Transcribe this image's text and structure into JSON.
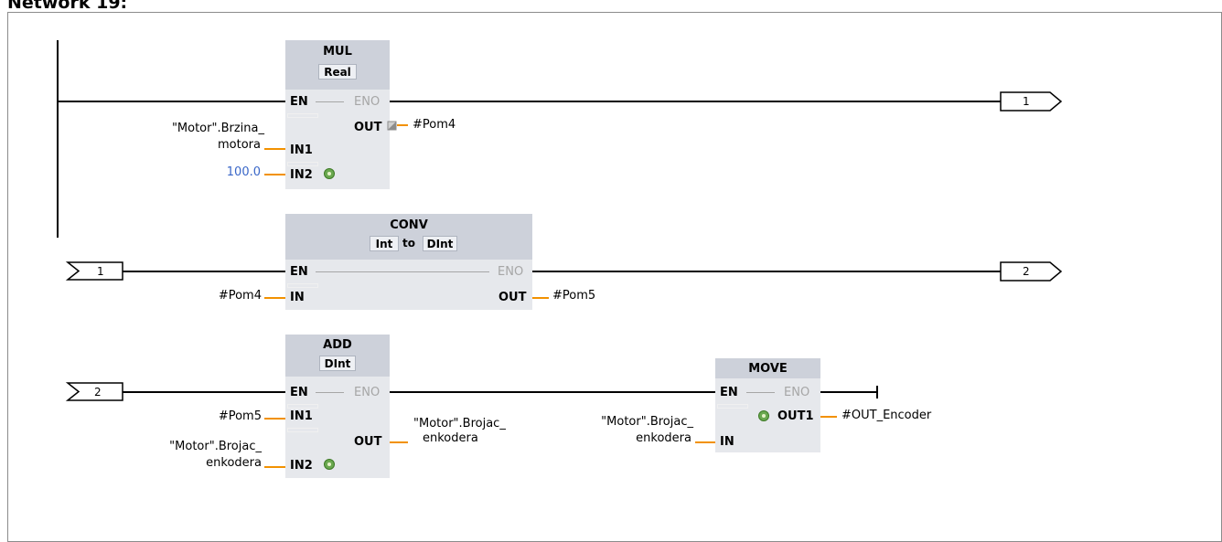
{
  "network": {
    "title": "Network 19:"
  },
  "mul": {
    "name": "MUL",
    "type": "Real",
    "en": "EN",
    "eno": "ENO",
    "out": "OUT",
    "in1": "IN1",
    "in2": "IN2",
    "in1_operand_line1": "\"Motor\".Brzina_",
    "in1_operand_line2": "motora",
    "in2_operand": "100.0",
    "out_operand": "#Pom4",
    "connector_out": "1"
  },
  "conv": {
    "name": "CONV",
    "type_from": "Int",
    "to": "to",
    "type_to": "DInt",
    "en": "EN",
    "eno": "ENO",
    "in": "IN",
    "out": "OUT",
    "in_operand": "#Pom4",
    "out_operand": "#Pom5",
    "connector_in": "1",
    "connector_out": "2"
  },
  "add": {
    "name": "ADD",
    "type": "DInt",
    "en": "EN",
    "eno": "ENO",
    "out": "OUT",
    "in1": "IN1",
    "in2": "IN2",
    "in1_operand": "#Pom5",
    "in2_operand_line1": "\"Motor\".Brojac_",
    "in2_operand_line2": "enkodera",
    "out_operand_line1": "\"Motor\".Brojac_",
    "out_operand_line2": "enkodera",
    "connector_in": "2"
  },
  "move": {
    "name": "MOVE",
    "en": "EN",
    "eno": "ENO",
    "in": "IN",
    "out1": "OUT1",
    "in_operand_line1": "\"Motor\".Brojac_",
    "in_operand_line2": "enkodera",
    "out1_operand": "#OUT_Encoder"
  },
  "colors": {
    "wire": "#000000",
    "operand_wire": "#f29100",
    "block": "#e6e8ec",
    "header": "#cdd1da",
    "constant": "#3a67c8"
  }
}
